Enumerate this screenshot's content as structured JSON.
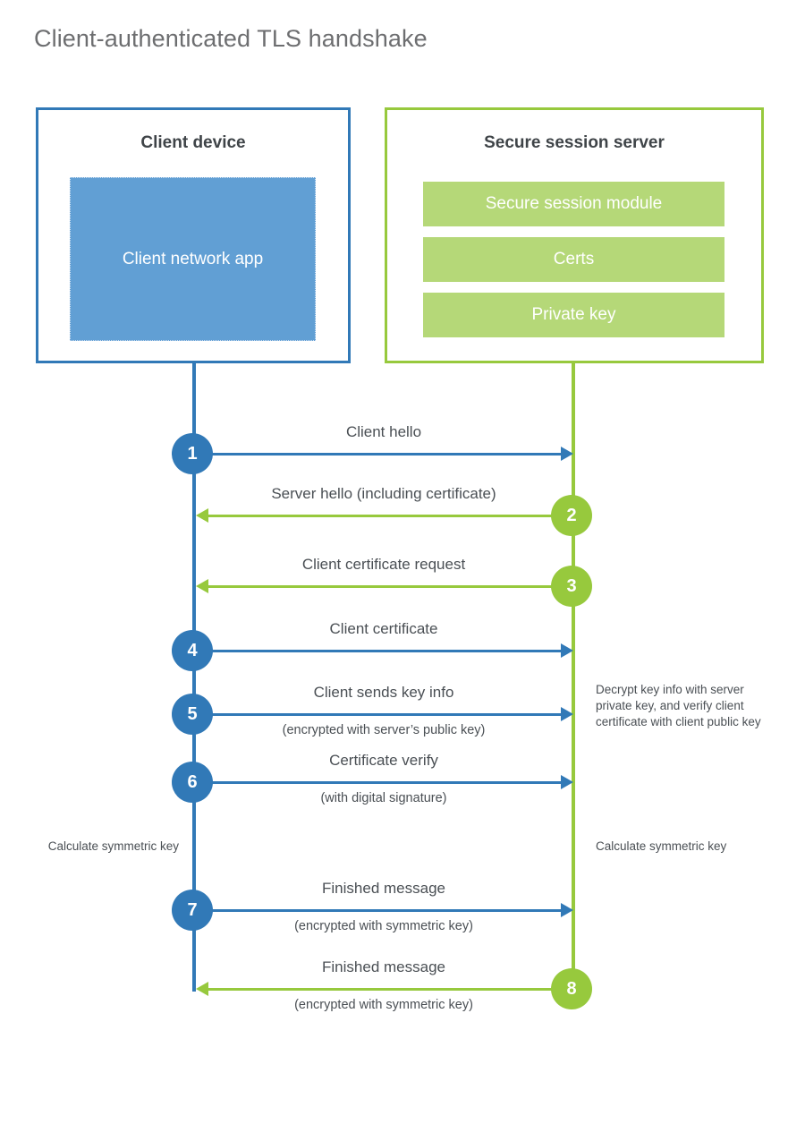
{
  "title": "Client-authenticated TLS handshake",
  "colors": {
    "client_blue": "#3179b7",
    "client_app_fill": "#619fd4",
    "server_green": "#97c93d",
    "server_bar_fill": "#b5d878",
    "title_gray": "#6d6e70",
    "text_gray": "#4a4f54"
  },
  "client": {
    "title": "Client device",
    "app_label": "Client network app"
  },
  "server": {
    "title": "Secure session server",
    "bars": [
      "Secure session module",
      "Certs",
      "Private key"
    ]
  },
  "messages": [
    {
      "step": "1",
      "primary": "Client hello",
      "secondary": "",
      "direction": "right",
      "side": "client"
    },
    {
      "step": "2",
      "primary": "Server hello (including certificate)",
      "secondary": "",
      "direction": "left",
      "side": "server"
    },
    {
      "step": "3",
      "primary": "Client certificate request",
      "secondary": "",
      "direction": "left",
      "side": "server"
    },
    {
      "step": "4",
      "primary": "Client certificate",
      "secondary": "",
      "direction": "right",
      "side": "client"
    },
    {
      "step": "5",
      "primary": "Client sends key info",
      "secondary": "(encrypted with server’s public key)",
      "direction": "right",
      "side": "client"
    },
    {
      "step": "6",
      "primary": "Certificate verify",
      "secondary": "(with digital signature)",
      "direction": "right",
      "side": "client"
    },
    {
      "step": "7",
      "primary": "Finished message",
      "secondary": "(encrypted with symmetric key)",
      "direction": "right",
      "side": "client"
    },
    {
      "step": "8",
      "primary": "Finished message",
      "secondary": "(encrypted with symmetric key)",
      "direction": "left",
      "side": "server"
    }
  ],
  "notes": {
    "server_decrypt": "Decrypt key info with server private key, and verify client certificate with client public key",
    "client_calculate": "Calculate symmetric key",
    "server_calculate": "Calculate symmetric key"
  }
}
